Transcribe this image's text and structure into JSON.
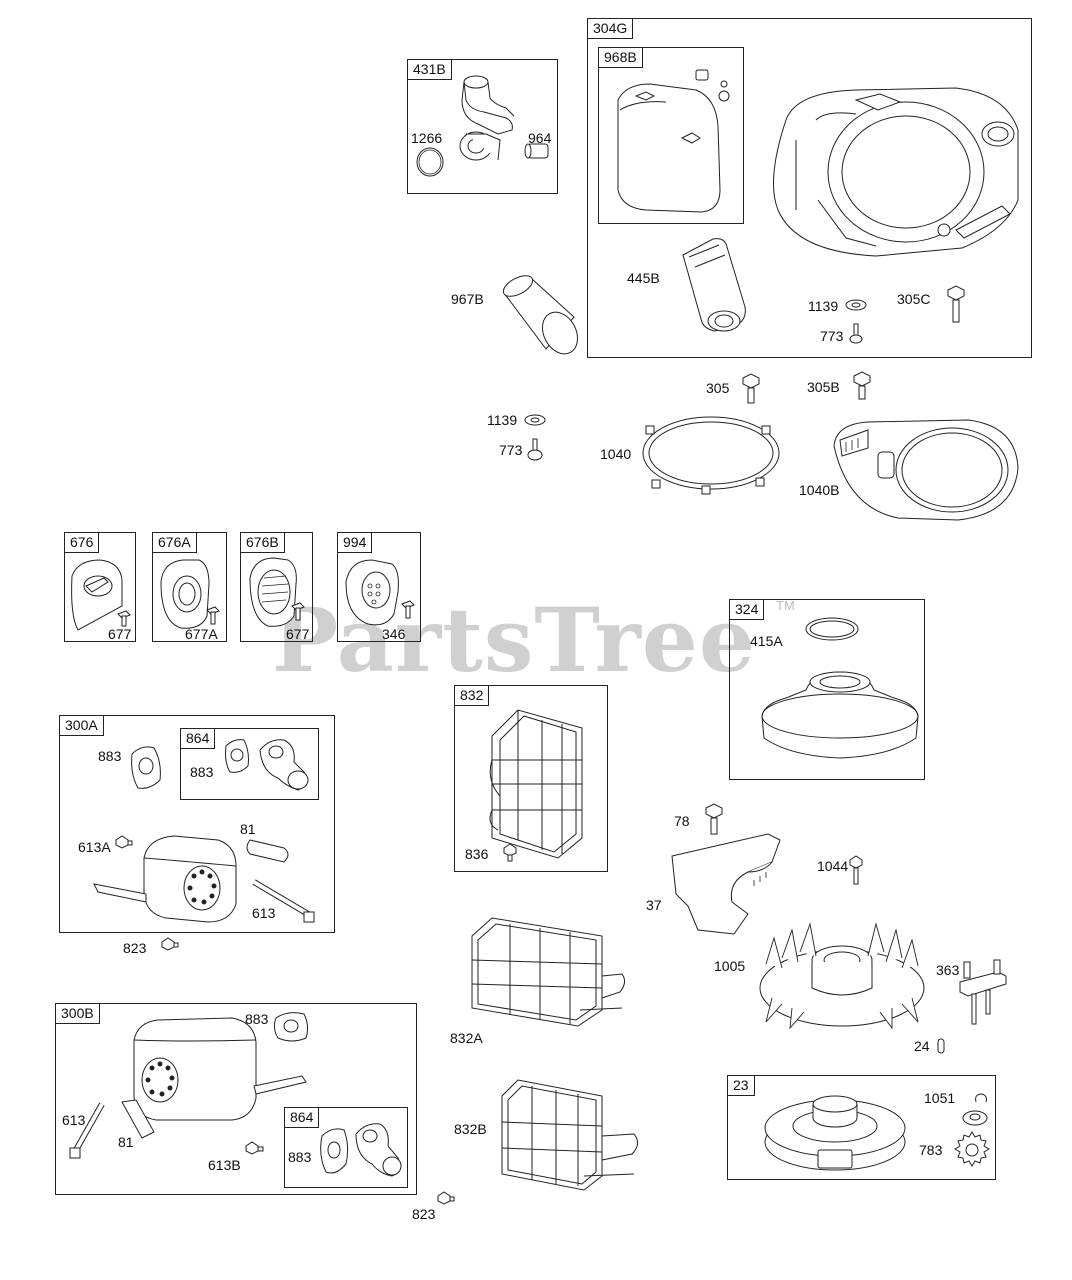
{
  "watermark": {
    "text": "PartsTree",
    "trademark": "TM"
  },
  "boxes": {
    "b431B": "431B",
    "b304G": "304G",
    "b968B": "968B",
    "b676": "676",
    "b676A": "676A",
    "b676B": "676B",
    "b994": "994",
    "b324": "324",
    "b832": "832",
    "b300A": "300A",
    "b864a": "864",
    "b300B": "300B",
    "b864b": "864",
    "b23": "23"
  },
  "labels": {
    "l1266": "1266",
    "l964": "964",
    "l967B": "967B",
    "l445B": "445B",
    "l1139a": "1139",
    "l305C": "305C",
    "l773a": "773",
    "l305": "305",
    "l305B": "305B",
    "l1139b": "1139",
    "l773b": "773",
    "l1040": "1040",
    "l1040B": "1040B",
    "l677a": "677",
    "l677A": "677A",
    "l677b": "677",
    "l346": "346",
    "l415A": "415A",
    "l883a": "883",
    "l883b": "883",
    "l613A": "613A",
    "l81a": "81",
    "l613a": "613",
    "l823a": "823",
    "l836": "836",
    "l78": "78",
    "l1044": "1044",
    "l37": "37",
    "l1005": "1005",
    "l363": "363",
    "l24": "24",
    "l832A": "832A",
    "l883c": "883",
    "l613b": "613",
    "l81b": "81",
    "l613B": "613B",
    "l883d": "883",
    "l832B": "832B",
    "l1051": "1051",
    "l783": "783",
    "l823b": "823"
  }
}
